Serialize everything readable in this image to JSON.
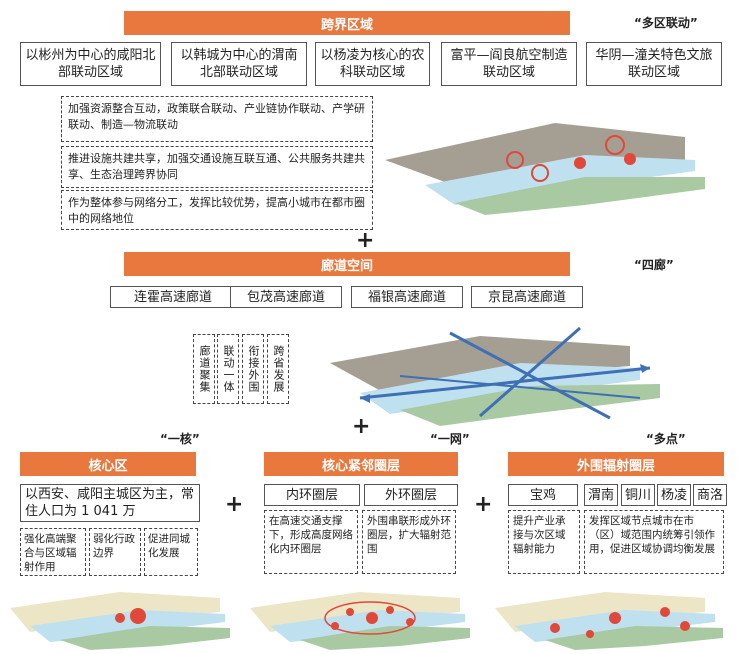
{
  "section1": {
    "title": "跨界区域",
    "tag": "“多区联动”",
    "zones": [
      "以彬州为中心的咸阳北部联动区域",
      "以韩城为中心的渭南北部联动区域",
      "以杨凌为核心的农科联动区域",
      "富平—阎良航空制造联动区域",
      "华阴—潼关特色文旅联动区域"
    ],
    "notes": [
      "加强资源整合互动，政策联合联动、产业链协作联动、产学研联动、制造—物流联动",
      "推进设施共建共享，加强交通设施互联互通、公共服务共建共享、生态治理跨界协同",
      "作为整体参与网络分工，发挥比较优势，提高小城市在都市圈中的网络地位"
    ]
  },
  "section2": {
    "title": "廊道空间",
    "tag": "“四廊”",
    "corridors": [
      "连霍高速廊道",
      "包茂高速廊道",
      "福银高速廊道",
      "京昆高速廊道"
    ],
    "roles": [
      "廊道聚集",
      "联动一体",
      "衔接外围",
      "跨省发展"
    ]
  },
  "section3": {
    "core": {
      "tag": "“一核”",
      "title": "核心区",
      "desc": "以西安、咸阳主城区为主，常住人口为 1 041 万",
      "roles": [
        "强化高端聚合与区域辐射作用",
        "弱化行政边界",
        "促进同城化发展"
      ]
    },
    "ring": {
      "tag": "“一网”",
      "title": "核心紧邻圈层",
      "inner": "内环圈层",
      "outer": "外环圈层",
      "inner_desc": "在高速交通支撑下，形成高度网络化内环圈层",
      "outer_desc": "外围串联形成外环圈层，扩大辐射范围"
    },
    "periphery": {
      "tag": "“多点”",
      "title": "外围辐射圈层",
      "main_city": "宝鸡",
      "cities": [
        "渭南",
        "铜川",
        "杨凌",
        "商洛"
      ],
      "main_desc": "提升产业承接与次区域辐射能力",
      "cities_desc": "发挥区域节点城市在市（区）域范围内统筹引领作用，促进区域协调均衡发展"
    }
  },
  "colors": {
    "accent": "#e9783f",
    "land_gray": "#a59f93",
    "land_green": "#a9c9a3",
    "river_blue": "#bfe0ef",
    "arrow_blue": "#3f6fb5",
    "land_cream": "#ece6c6"
  }
}
